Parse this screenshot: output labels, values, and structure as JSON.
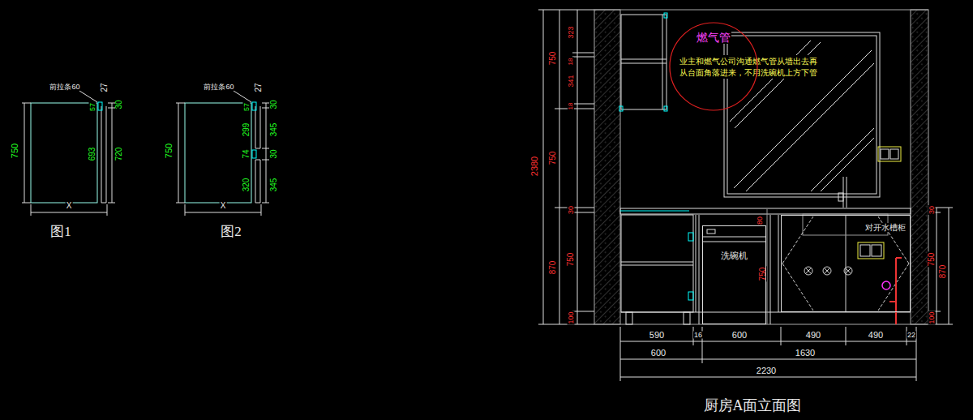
{
  "diagram": {
    "title": "厨房A面立面图",
    "nodes": [
      {
        "text": [
          "燃气管"
        ]
      },
      {
        "text": [
          "洗碗机"
        ]
      },
      {
        "text": [
          "对开水槽柜"
        ]
      }
    ],
    "labels": [
      "前拉条60",
      "27",
      "57",
      "30",
      "750",
      "693",
      "720",
      "X",
      "图1",
      "前拉条60",
      "27",
      "57",
      "30",
      "750",
      "299",
      "345",
      "74",
      "30",
      "320",
      "345",
      "X",
      "图2",
      "业主和燃气公司沟通燃气管从墙出去再 从台面角落进来，不用洗碗机上方下管",
      "2380",
      "750",
      "750",
      "870",
      "323",
      "18",
      "341",
      "18",
      "30",
      "750",
      "100",
      "30",
      "750",
      "870",
      "100",
      "80",
      "750",
      "590",
      "16",
      "600",
      "490",
      "490",
      "22",
      "600",
      "1630",
      "2230"
    ]
  }
}
